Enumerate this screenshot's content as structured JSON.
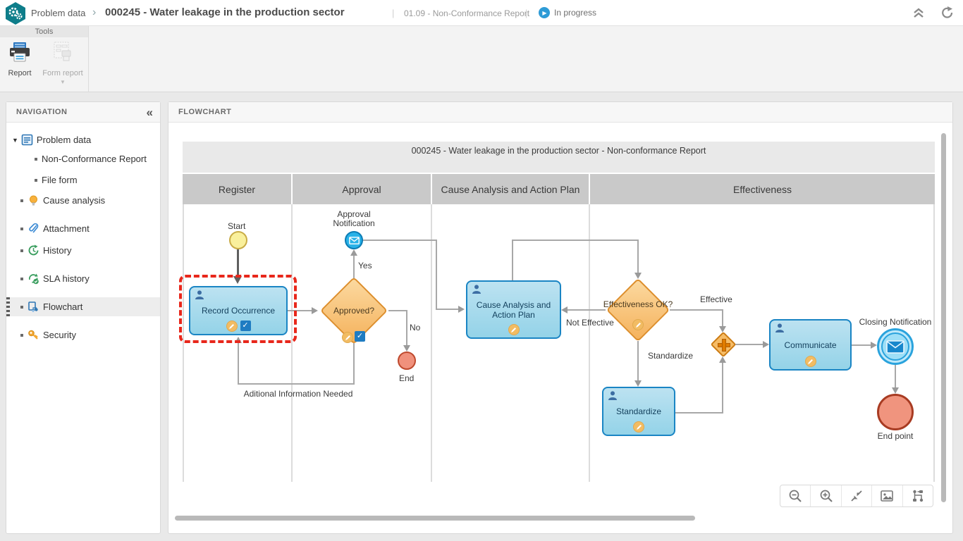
{
  "header": {
    "app_name": "Problem data",
    "crumb_sep": "›",
    "record_title": "000245 - Water leakage in the production sector",
    "pipe": "|",
    "process_label": "01.09 - Non-Conformance Report",
    "status_label": "In progress"
  },
  "ribbon": {
    "group_label": "Tools",
    "report_label": "Report",
    "form_report_label": "Form report",
    "form_report_caret": "▼"
  },
  "nav": {
    "panel_title": "NAVIGATION",
    "collapse_glyph": "«",
    "expand_caret": "▼",
    "items": [
      {
        "label": "Problem data"
      },
      {
        "label": "Non-Conformance Report"
      },
      {
        "label": "File form"
      },
      {
        "label": "Cause analysis"
      },
      {
        "label": "Attachment"
      },
      {
        "label": "History"
      },
      {
        "label": "SLA history"
      },
      {
        "label": "Flowchart",
        "selected": true
      },
      {
        "label": "Security"
      }
    ]
  },
  "flowchart": {
    "panel_title": "FLOWCHART",
    "diagram_title": "000245 - Water leakage in the production sector - Non-conformance Report",
    "lanes": [
      {
        "label": "Register"
      },
      {
        "label": "Approval"
      },
      {
        "label": "Cause Analysis and Action Plan"
      },
      {
        "label": "Effectiveness"
      }
    ],
    "nodes": {
      "start": "Start",
      "record_occurrence": "Record Occurrence",
      "approved": "Approved?",
      "approval_notification": "Approval Notification",
      "end": "End",
      "cause_analysis": "Cause Analysis and Action Plan",
      "effectiveness_ok": "Effectiveness OK?",
      "standardize": "Standardize",
      "communicate": "Communicate",
      "closing_notification": "Closing Notification",
      "end_point": "End point"
    },
    "edge_labels": {
      "yes": "Yes",
      "no": "No",
      "additional_info": "Aditional Information Needed",
      "not_effective": "Not Effective",
      "effective": "Effective",
      "standardize": "Standardize"
    }
  },
  "icons": {
    "logo": "gears-hexagon",
    "status": "play-circle",
    "topbar": [
      "collapse-up-icon",
      "refresh-icon"
    ],
    "zoom_toolbar": [
      "zoom-out-icon",
      "zoom-in-icon",
      "fit-screen-icon",
      "image-export-icon",
      "diagram-icon"
    ]
  },
  "colors": {
    "brand_teal": "#0e7d8a",
    "task_fill": "#9fd7e9",
    "task_border": "#1a85c4",
    "gateway_fill": "#f5b25c",
    "gateway_border": "#dd8e2b",
    "selection_red": "#e8271b",
    "status_blue": "#2e9bd6"
  }
}
